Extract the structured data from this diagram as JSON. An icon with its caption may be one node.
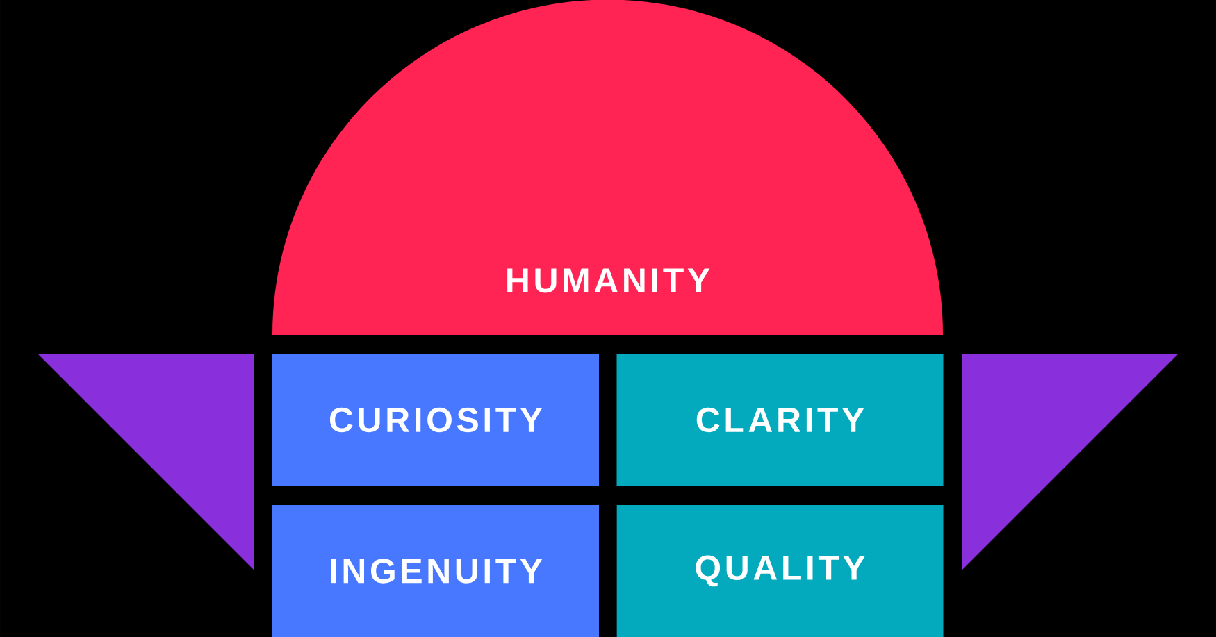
{
  "diagram": {
    "nodes": [
      {
        "text": [
          "HUMANITY"
        ]
      },
      {
        "text": [
          "CURIOSITY"
        ]
      },
      {
        "text": [
          "CLARITY"
        ]
      },
      {
        "text": [
          "INGENUITY"
        ]
      },
      {
        "text": [
          "QUALITY"
        ]
      },
      {
        "text": [],
        "shape": "triangle"
      },
      {
        "text": [],
        "shape": "triangle"
      }
    ]
  }
}
